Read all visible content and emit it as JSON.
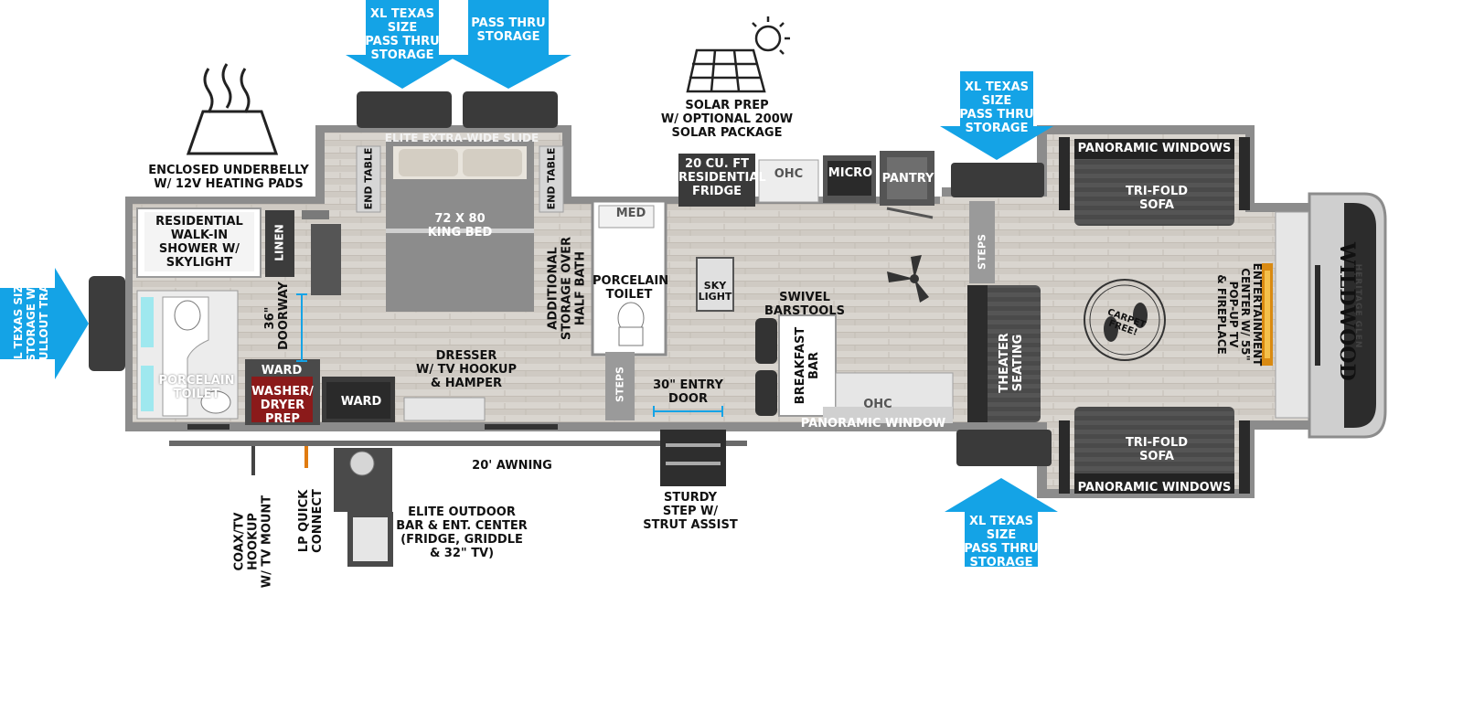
{
  "colors": {
    "accent_blue": "#14a3e6",
    "wall": "#8a8a8a",
    "floor": "#d8d4ce",
    "dark": "#3a3a3a"
  },
  "labels": {
    "xl_storage_top_left": "XL TEXAS SIZE\nPASS THRU\nSTORAGE",
    "pass_thru_top": "PASS THRU\nSTORAGE",
    "xl_storage_top_right": "XL TEXAS SIZE\nPASS THRU\nSTORAGE",
    "xl_storage_bottom_right": "XL TEXAS SIZE\nPASS THRU\nSTORAGE",
    "xl_storage_left": "XL TEXAS SIZE\nSTORAGE W/\nPULLOUT TRAY",
    "enclosed_underbelly": "ENCLOSED UNDERBELLY\nW/ 12V HEATING PADS",
    "solar_prep": "SOLAR PREP\nW/ OPTIONAL 200W\nSOLAR PACKAGE",
    "elite_slide": "ELITE EXTRA-WIDE SLIDE",
    "end_table_left": "END TABLE",
    "end_table_right": "END TABLE",
    "king_bed": "72 X 80\nKING BED",
    "residential_shower": "RESIDENTIAL\nWALK-IN\nSHOWER W/\nSKYLIGHT",
    "linen": "LINEN",
    "doorway": "36\"\nDOORWAY",
    "porcelain_toilet_left": "PORCELAIN\nTOILET",
    "ward_left": "WARD",
    "washer_dryer": "WASHER/\nDRYER\nPREP",
    "ward_bottom": "WARD",
    "dresser": "DRESSER\nW/ TV HOOKUP\n& HAMPER",
    "additional_storage": "ADDITIONAL\nSTORAGE OVER\nHALF BATH",
    "med": "MED",
    "porcelain_toilet_right": "PORCELAIN\nTOILET",
    "sky_light": "SKY\nLIGHT",
    "steps_left": "STEPS",
    "entry_door": "30\" ENTRY\nDOOR",
    "awning": "20' AWNING",
    "coax": "COAX/TV HOOKUP\nW/ TV MOUNT",
    "lp_quick": "LP QUICK\nCONNECT",
    "outdoor_bar": "ELITE OUTDOOR\nBAR & ENT. CENTER\n(FRIDGE, GRIDDLE\n& 32\" TV)",
    "sturdy_step": "STURDY\nSTEP W/\nSTRUT ASSIST",
    "fridge": "20 CU. FT\nRESIDENTIAL\nFRIDGE",
    "ohc_top": "OHC",
    "micro": "MICRO",
    "pantry": "PANTRY",
    "swivel_barstools": "SWIVEL\nBARSTOOLS",
    "breakfast_bar": "BREAKFAST\nBAR",
    "ohc_bottom": "OHC",
    "panoramic_window_mid": "PANORAMIC WINDOW",
    "steps_right": "STEPS",
    "theater_seating": "THEATER\nSEATING",
    "panoramic_windows_top": "PANORAMIC WINDOWS",
    "panoramic_windows_bottom": "PANORAMIC WINDOWS",
    "trifold_top": "TRI-FOLD\nSOFA",
    "trifold_bottom": "TRI-FOLD\nSOFA",
    "carpet_free": "CARPET FREE!",
    "entertainment": "ENTERTAINMENT\nCENTER W/ 55\"\nPOP-UP TV\n& FIREPLACE",
    "brand": "WILDWOOD",
    "brand_sub": "HERITAGE GLEN"
  }
}
